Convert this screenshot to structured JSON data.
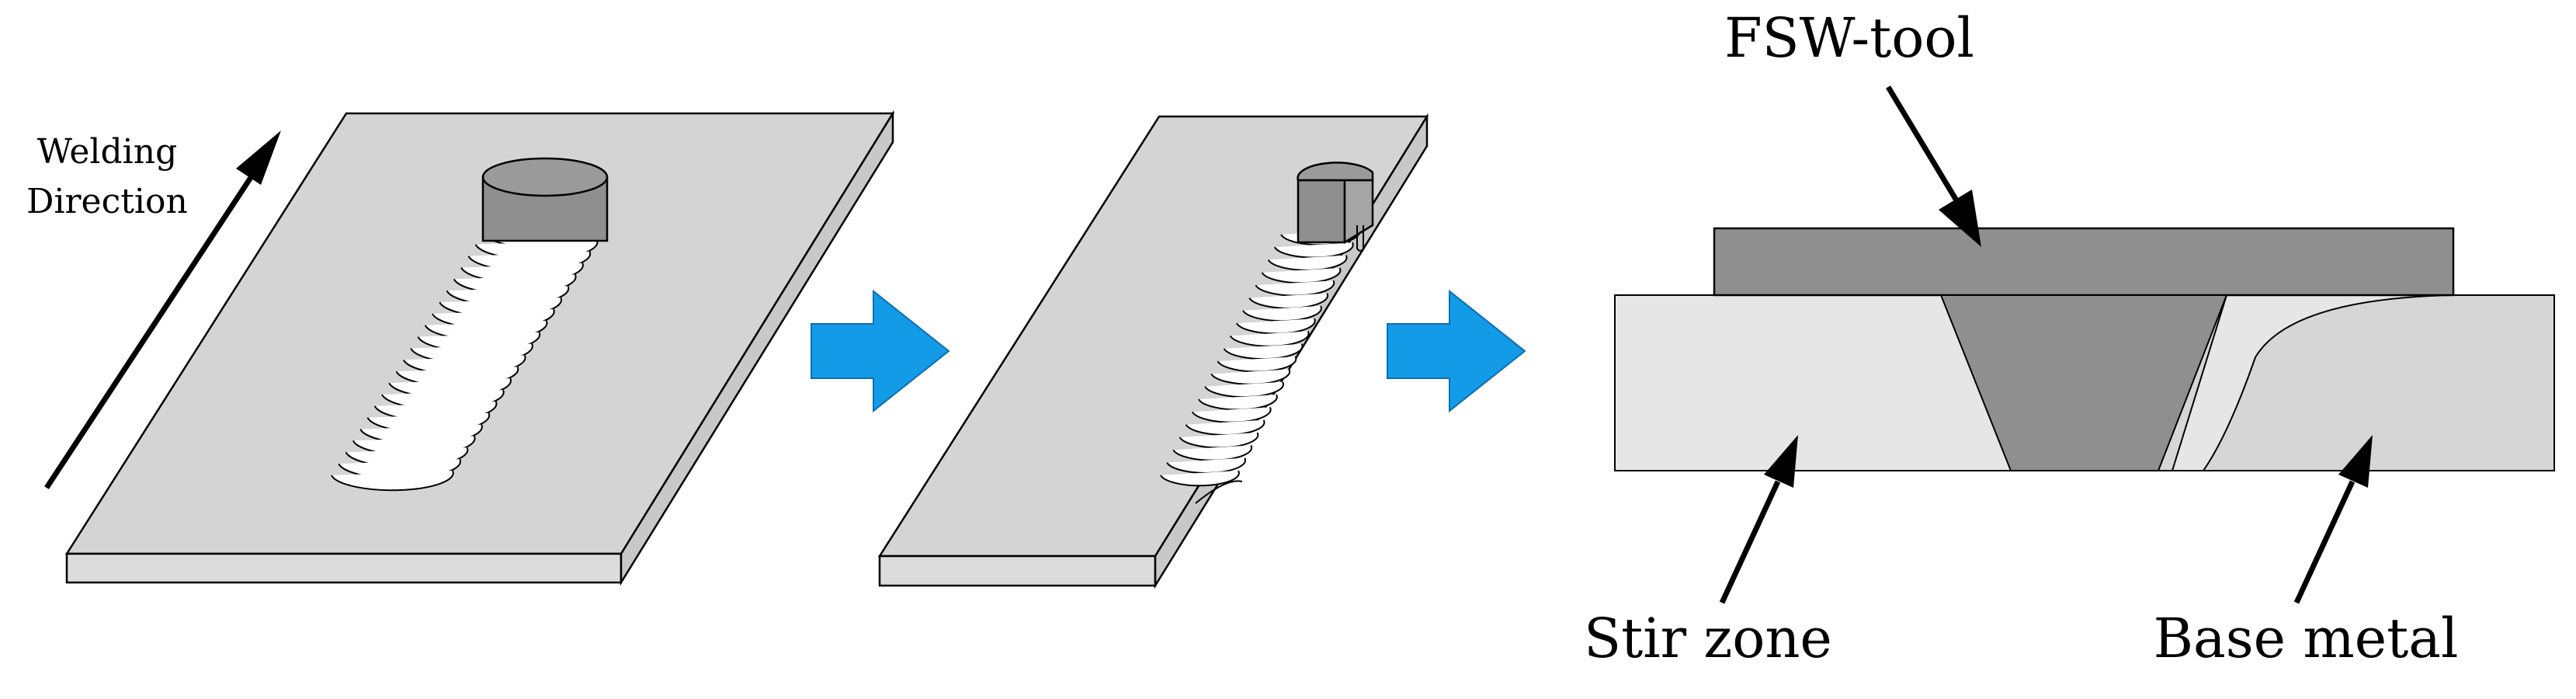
{
  "labels": {
    "welding_direction": [
      "Welding",
      "Direction"
    ],
    "fsw_tool": "FSW-tool",
    "stir_zone": "Stir zone",
    "base_metal": "Base metal"
  },
  "colors": {
    "plate_top": "#d4d4d4",
    "plate_side": "#dcdcdc",
    "plate_edge": "#c8c8c8",
    "tool": "#8f8f8f",
    "tool_top": "#9a9a9a",
    "stir_zone": "#e6e6e6",
    "base_metal": "#d6d6d6",
    "process_arrow": "#139be8",
    "stroke": "#000000"
  },
  "icons": {
    "process_arrows": "right-arrow-icon"
  }
}
